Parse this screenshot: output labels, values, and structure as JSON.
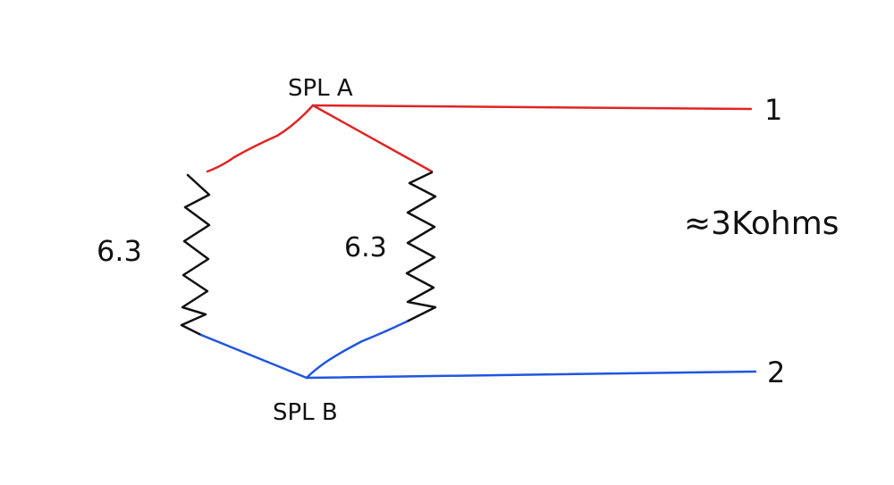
{
  "nodes": {
    "top_label": "SPL A",
    "bottom_label": "SPL B"
  },
  "terminals": {
    "terminal_1": "1",
    "terminal_2": "2"
  },
  "resistors": [
    {
      "value": "6.3"
    },
    {
      "value": "6.3"
    }
  ],
  "annotation": "≈3Kohms",
  "colors": {
    "top_wire": "#e02424",
    "bottom_wire": "#1f55e0",
    "resistor": "#111111"
  }
}
